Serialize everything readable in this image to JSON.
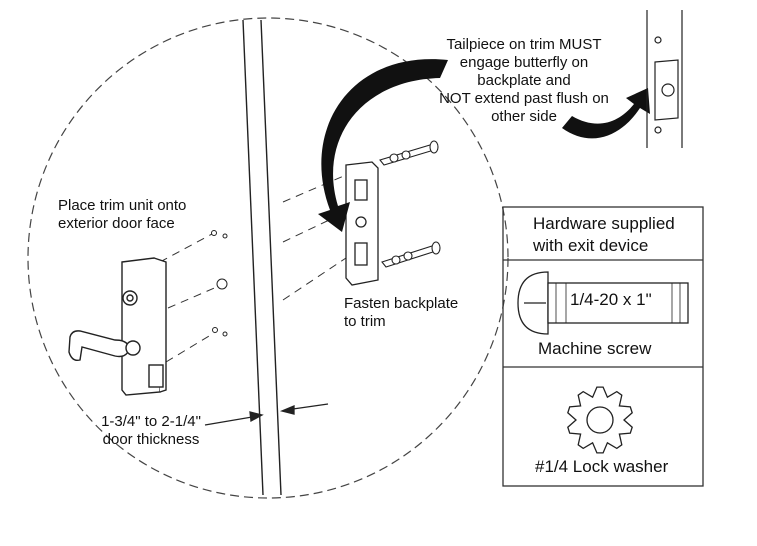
{
  "callouts": {
    "tailpiece_line1": "Tailpiece on trim MUST",
    "tailpiece_line2": "engage butterfly on",
    "tailpiece_line3": "backplate and",
    "tailpiece_line4": "NOT extend past flush on",
    "tailpiece_line5": "other side",
    "place_trim_line1": "Place trim unit onto",
    "place_trim_line2": "exterior door face",
    "fasten_line1": "Fasten backplate",
    "fasten_line2": "to trim",
    "thickness_line1": "1-3/4\" to 2-1/4\"",
    "thickness_line2": "door thickness"
  },
  "hardware_box": {
    "title_line1": "Hardware supplied",
    "title_line2": "with exit device",
    "screw_size": "1/4-20 x 1\"",
    "screw_label": "Machine screw",
    "washer_label": "#1/4 Lock washer"
  }
}
